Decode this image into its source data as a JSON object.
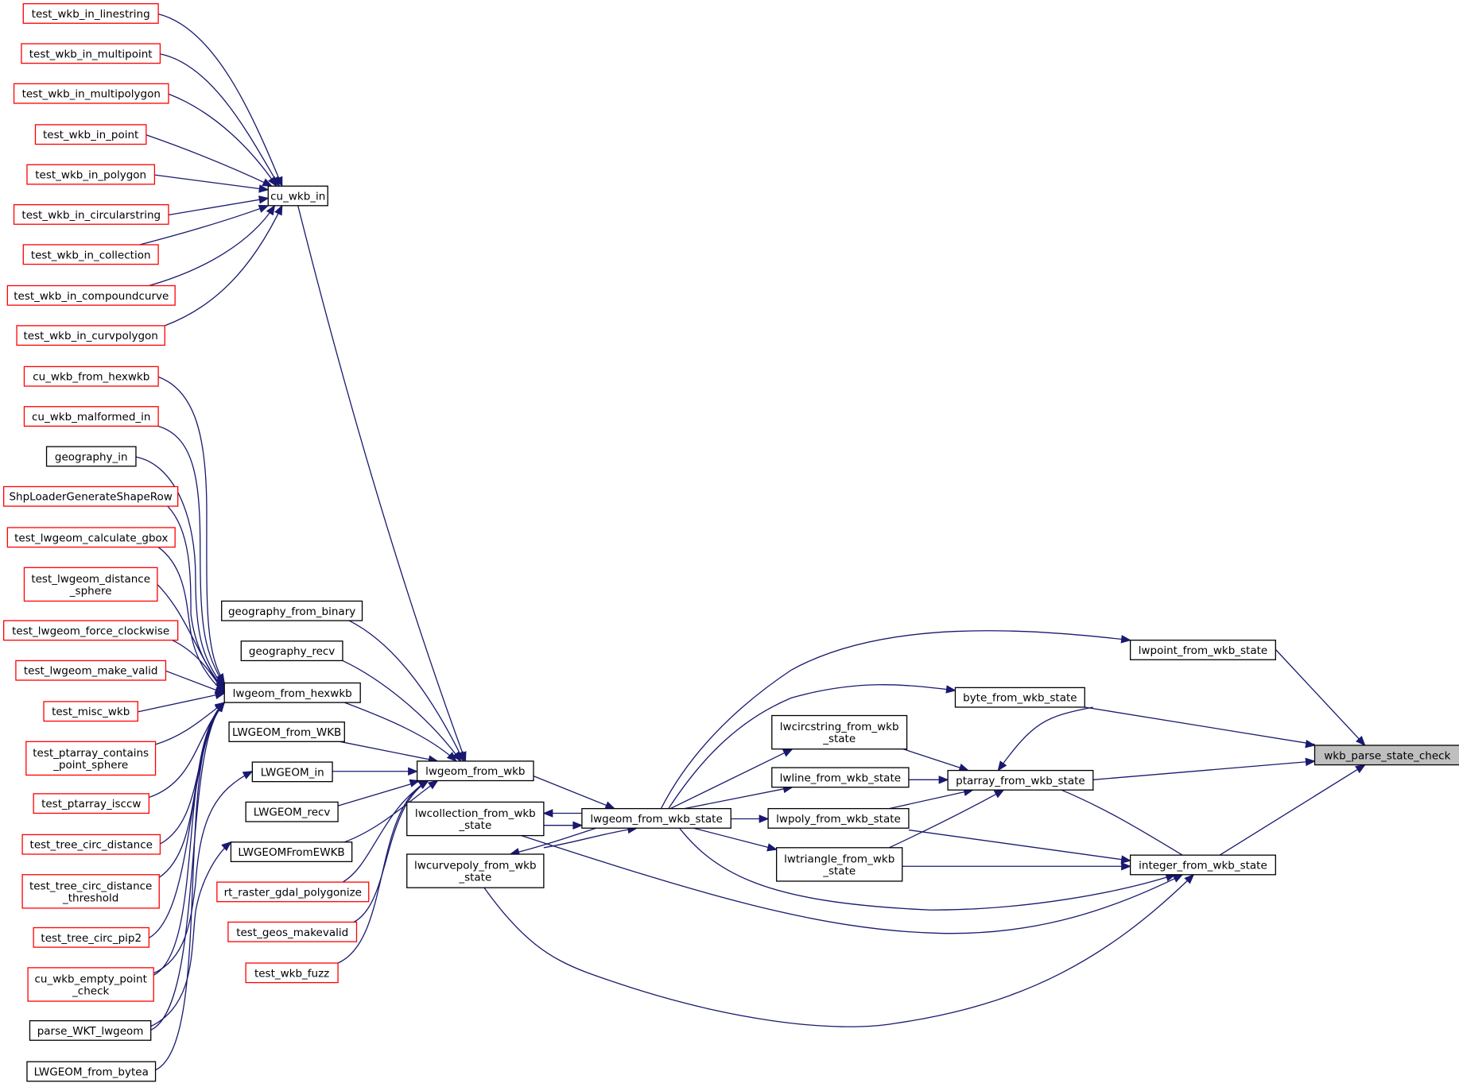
{
  "colors": {
    "edge": "#191970",
    "border_documented": "#000000",
    "border_undocumented": "#ff0000",
    "focus_fill": "#bfbfbf",
    "node_fill": "#ffffff"
  },
  "nodes": {
    "wkb_parse_state_check": {
      "lines": [
        "wkb_parse_state_check"
      ],
      "color": "focus"
    },
    "lwpoint_from_wkb_state": {
      "lines": [
        "lwpoint_from_wkb_state"
      ],
      "color": "black"
    },
    "byte_from_wkb_state": {
      "lines": [
        "byte_from_wkb_state"
      ],
      "color": "black"
    },
    "ptarray_from_wkb_state": {
      "lines": [
        "ptarray_from_wkb_state"
      ],
      "color": "black"
    },
    "integer_from_wkb_state": {
      "lines": [
        "integer_from_wkb_state"
      ],
      "color": "black"
    },
    "lwcircstring_from_wkb_state": {
      "lines": [
        "lwcircstring_from_wkb",
        "_state"
      ],
      "color": "black"
    },
    "lwline_from_wkb_state": {
      "lines": [
        "lwline_from_wkb_state"
      ],
      "color": "black"
    },
    "lwpoly_from_wkb_state": {
      "lines": [
        "lwpoly_from_wkb_state"
      ],
      "color": "black"
    },
    "lwtriangle_from_wkb_state": {
      "lines": [
        "lwtriangle_from_wkb",
        "_state"
      ],
      "color": "black"
    },
    "lwgeom_from_wkb_state": {
      "lines": [
        "lwgeom_from_wkb_state"
      ],
      "color": "black"
    },
    "lwcollection_from_wkb_state": {
      "lines": [
        "lwcollection_from_wkb",
        "_state"
      ],
      "color": "black"
    },
    "lwcurvepoly_from_wkb_state": {
      "lines": [
        "lwcurvepoly_from_wkb",
        "_state"
      ],
      "color": "black"
    },
    "lwgeom_from_wkb": {
      "lines": [
        "lwgeom_from_wkb"
      ],
      "color": "black"
    },
    "cu_wkb_in": {
      "lines": [
        "cu_wkb_in"
      ],
      "color": "black"
    },
    "geography_from_binary": {
      "lines": [
        "geography_from_binary"
      ],
      "color": "black"
    },
    "geography_recv": {
      "lines": [
        "geography_recv"
      ],
      "color": "black"
    },
    "lwgeom_from_hexwkb": {
      "lines": [
        "lwgeom_from_hexwkb"
      ],
      "color": "black"
    },
    "LWGEOM_from_WKB": {
      "lines": [
        "LWGEOM_from_WKB"
      ],
      "color": "black"
    },
    "LWGEOM_in": {
      "lines": [
        "LWGEOM_in"
      ],
      "color": "black"
    },
    "LWGEOM_recv": {
      "lines": [
        "LWGEOM_recv"
      ],
      "color": "black"
    },
    "LWGEOMFromEWKB": {
      "lines": [
        "LWGEOMFromEWKB"
      ],
      "color": "black"
    },
    "rt_raster_gdal_polygonize": {
      "lines": [
        "rt_raster_gdal_polygonize"
      ],
      "color": "red"
    },
    "test_geos_makevalid": {
      "lines": [
        "test_geos_makevalid"
      ],
      "color": "red"
    },
    "test_wkb_fuzz": {
      "lines": [
        "test_wkb_fuzz"
      ],
      "color": "red"
    },
    "test_wkb_in_linestring": {
      "lines": [
        "test_wkb_in_linestring"
      ],
      "color": "red"
    },
    "test_wkb_in_multipoint": {
      "lines": [
        "test_wkb_in_multipoint"
      ],
      "color": "red"
    },
    "test_wkb_in_multipolygon": {
      "lines": [
        "test_wkb_in_multipolygon"
      ],
      "color": "red"
    },
    "test_wkb_in_point": {
      "lines": [
        "test_wkb_in_point"
      ],
      "color": "red"
    },
    "test_wkb_in_polygon": {
      "lines": [
        "test_wkb_in_polygon"
      ],
      "color": "red"
    },
    "test_wkb_in_circularstring": {
      "lines": [
        "test_wkb_in_circularstring"
      ],
      "color": "red"
    },
    "test_wkb_in_collection": {
      "lines": [
        "test_wkb_in_collection"
      ],
      "color": "red"
    },
    "test_wkb_in_compoundcurve": {
      "lines": [
        "test_wkb_in_compoundcurve"
      ],
      "color": "red"
    },
    "test_wkb_in_curvpolygon": {
      "lines": [
        "test_wkb_in_curvpolygon"
      ],
      "color": "red"
    },
    "cu_wkb_from_hexwkb": {
      "lines": [
        "cu_wkb_from_hexwkb"
      ],
      "color": "red"
    },
    "cu_wkb_malformed_in": {
      "lines": [
        "cu_wkb_malformed_in"
      ],
      "color": "red"
    },
    "geography_in": {
      "lines": [
        "geography_in"
      ],
      "color": "black"
    },
    "ShpLoaderGenerateShapeRow": {
      "lines": [
        "ShpLoaderGenerateShapeRow"
      ],
      "color": "red"
    },
    "test_lwgeom_calculate_gbox": {
      "lines": [
        "test_lwgeom_calculate_gbox"
      ],
      "color": "red"
    },
    "test_lwgeom_distance_sphere": {
      "lines": [
        "test_lwgeom_distance",
        "_sphere"
      ],
      "color": "red"
    },
    "test_lwgeom_force_clockwise": {
      "lines": [
        "test_lwgeom_force_clockwise"
      ],
      "color": "red"
    },
    "test_lwgeom_make_valid": {
      "lines": [
        "test_lwgeom_make_valid"
      ],
      "color": "red"
    },
    "test_misc_wkb": {
      "lines": [
        "test_misc_wkb"
      ],
      "color": "red"
    },
    "test_ptarray_contains_point_sphere": {
      "lines": [
        "test_ptarray_contains",
        "_point_sphere"
      ],
      "color": "red"
    },
    "test_ptarray_isccw": {
      "lines": [
        "test_ptarray_isccw"
      ],
      "color": "red"
    },
    "test_tree_circ_distance": {
      "lines": [
        "test_tree_circ_distance"
      ],
      "color": "red"
    },
    "test_tree_circ_distance_threshold": {
      "lines": [
        "test_tree_circ_distance",
        "_threshold"
      ],
      "color": "red"
    },
    "test_tree_circ_pip2": {
      "lines": [
        "test_tree_circ_pip2"
      ],
      "color": "red"
    },
    "cu_wkb_empty_point_check": {
      "lines": [
        "cu_wkb_empty_point",
        "_check"
      ],
      "color": "red"
    },
    "parse_WKT_lwgeom": {
      "lines": [
        "parse_WKT_lwgeom"
      ],
      "color": "black"
    },
    "LWGEOM_from_bytea": {
      "lines": [
        "LWGEOM_from_bytea"
      ],
      "color": "black"
    }
  }
}
